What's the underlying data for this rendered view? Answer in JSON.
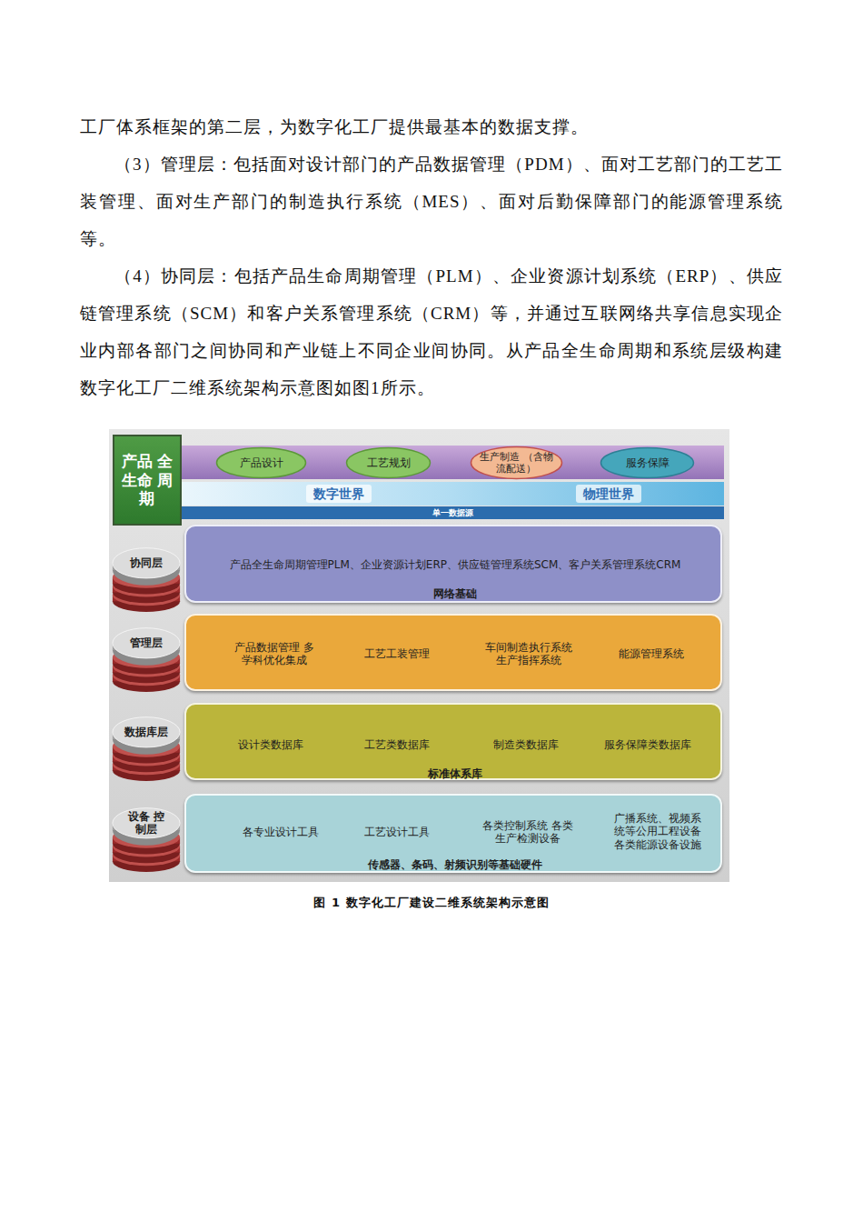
{
  "diagram": {
    "caption": "图 1 数字化工厂建设二维系统架构示意图",
    "nodes": [
      {
        "text": [
          "产品 全生命 周期"
        ]
      },
      {
        "text": [
          "产品设计"
        ]
      },
      {
        "text": [
          "工艺规划"
        ]
      },
      {
        "text": [
          "生产制造 （含物流配送）"
        ]
      },
      {
        "text": [
          "服务保障"
        ]
      },
      {
        "text": [
          "数字世界",
          "物理世界"
        ]
      },
      {
        "text": [
          "单一数据源"
        ]
      },
      {
        "text": [
          "协同层"
        ]
      },
      {
        "text": [
          "产品全生命周期管理PLM、企业资源计划ERP、供应链管理系统SCM、客户关系管理系统CRM",
          "网络基础"
        ]
      },
      {
        "text": [
          "管理层"
        ]
      },
      {
        "text": [
          "产品数据管理 多学科优化集成",
          "工艺工装管理",
          "车间制造执行系统 生产指挥系统",
          "能源管理系统"
        ]
      },
      {
        "text": [
          "数据库层"
        ]
      },
      {
        "text": [
          "设计类数据库",
          "工艺类数据库",
          "制造类数据库",
          "服务保障类数据库",
          "标准体系库"
        ]
      },
      {
        "text": [
          "设备 控制层"
        ]
      },
      {
        "text": [
          "各专业设计工具",
          "工艺设计工具",
          "各类控制系统 各类生产检测设备",
          "广播系统、视频系统等公用工程设备 各类能源设备设施",
          "传感器、条码、射频识别等基础硬件"
        ]
      }
    ],
    "labels": [
      "工厂体系框架的第二层，为数字化工厂提供最基本的数据支撑。",
      "（3）管理层：包括面对设计部门的产品数据管理（PDM）、面对工艺部门的工艺工装管理、面对生产部门的制造执行系统（MES）、面对后勤保障部门的能源管理系统等。",
      "（4）协同层：包括产品生命周期管理（PLM）、企业资源计划系统（ERP）、供应链管理系统（SCM）和客户关系管理系统（CRM）等，并通过互联网络共享信息实现企业内部各部门之间协同和产业链上不同企业间协同。从产品全生命周期和系统层级构建数字化工厂二维系统架构示意图如图1所示。"
    ]
  }
}
